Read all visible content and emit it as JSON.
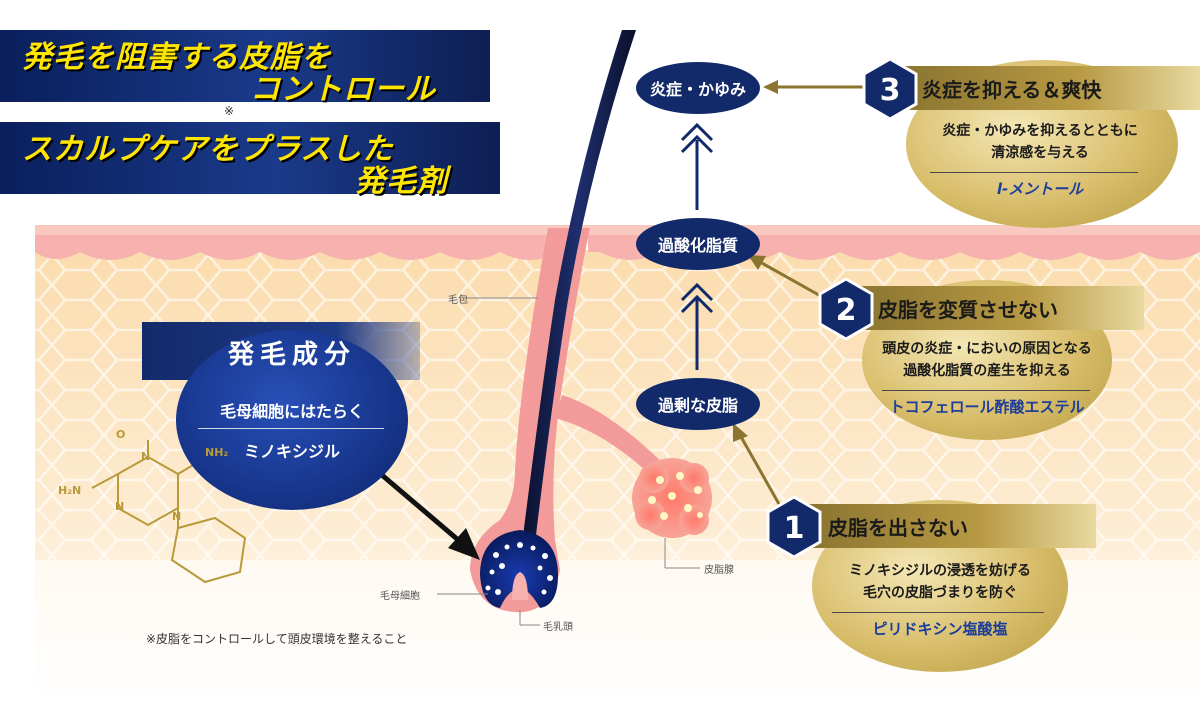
{
  "headline": {
    "line1": "発毛を阻害する皮脂を",
    "line2": "コントロール",
    "mark": "※",
    "line3": "スカルプケアをプラスした",
    "line4": "発毛剤"
  },
  "chain": {
    "inflammation": "炎症・かゆみ",
    "peroxide": "過酸化脂質",
    "excess": "過剰な皮脂"
  },
  "steps": [
    {
      "number": "1",
      "title": "皮脂を出さない",
      "desc1": "ミノキシジルの浸透を妨げる",
      "desc2": "毛穴の皮脂づまりを防ぐ",
      "ingredient": "ピリドキシン塩酸塩"
    },
    {
      "number": "2",
      "title": "皮脂を変質させない",
      "desc1": "頭皮の炎症・においの原因となる",
      "desc2": "過酸化脂質の産生を抑える",
      "ingredient": "トコフェロール酢酸エステル"
    },
    {
      "number": "3",
      "title": "炎症を抑える＆爽快",
      "desc1": "炎症・かゆみを抑えるとともに",
      "desc2": "清涼感を与える",
      "ingredient": "l-メントール"
    }
  ],
  "active": {
    "title": "発毛成分",
    "sub": "毛母細胞にはたらく",
    "name": "ミノキシジル"
  },
  "labels": {
    "follicle": "毛包",
    "matrix": "毛母細胞",
    "papilla": "毛乳頭",
    "gland": "皮脂腺"
  },
  "molecule": {
    "o": "O",
    "nh2_right": "NH₂",
    "n_top": "N",
    "nh2_left": "H₂N",
    "n_left": "N",
    "n_ring": "N"
  },
  "footnote": "※皮脂をコントロールして頭皮環境を整えること",
  "colors": {
    "navy": "#132a6a",
    "gold": "#b89a44",
    "headline_yellow": "#ffe600",
    "ingredient_blue": "#1c3d9a"
  }
}
